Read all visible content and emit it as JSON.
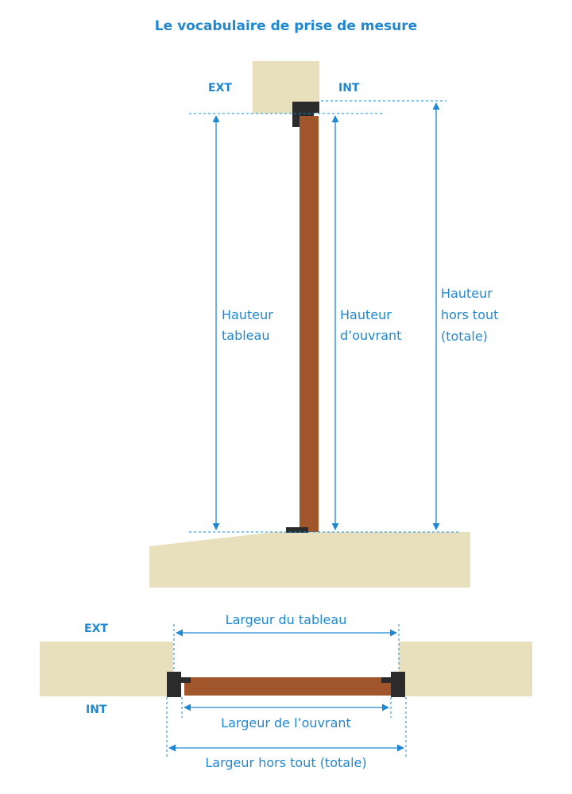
{
  "title": "Le vocabulaire de prise de mesure",
  "colors": {
    "accent": "#1e88d2",
    "wall": "#e8dfbd",
    "wood": "#a0552b",
    "frame": "#2b2b2b"
  },
  "elevation": {
    "ext_label": "EXT",
    "int_label": "INT",
    "hauteur_tableau": [
      "Hauteur",
      "tableau"
    ],
    "hauteur_ouvrant": [
      "Hauteur",
      "d’ouvrant"
    ],
    "hauteur_hors_tout": [
      "Hauteur",
      "hors tout",
      "(totale)"
    ]
  },
  "plan": {
    "ext_label": "EXT",
    "int_label": "INT",
    "largeur_tableau": "Largeur du tableau",
    "largeur_ouvrant": "Largeur de l’ouvrant",
    "largeur_hors_tout": "Largeur hors tout (totale)"
  }
}
